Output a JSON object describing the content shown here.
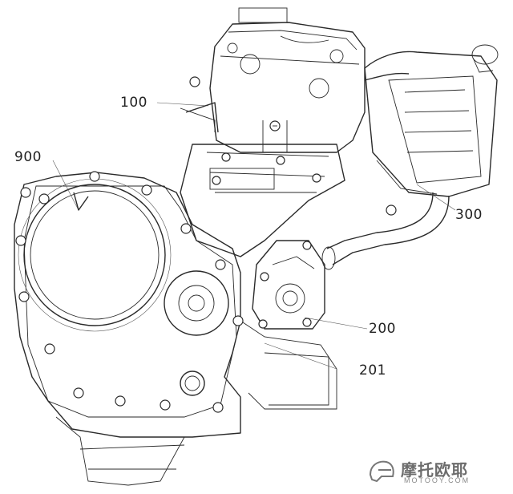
{
  "diagram": {
    "callouts": [
      {
        "id": "label-100",
        "text": "100"
      },
      {
        "id": "label-900",
        "text": "900"
      },
      {
        "id": "label-300",
        "text": "300"
      },
      {
        "id": "label-200",
        "text": "200"
      },
      {
        "id": "label-201",
        "text": "201"
      }
    ]
  },
  "watermark": {
    "main_text": "摩托欧耶",
    "sub_text": "MOTOOY.COM"
  }
}
